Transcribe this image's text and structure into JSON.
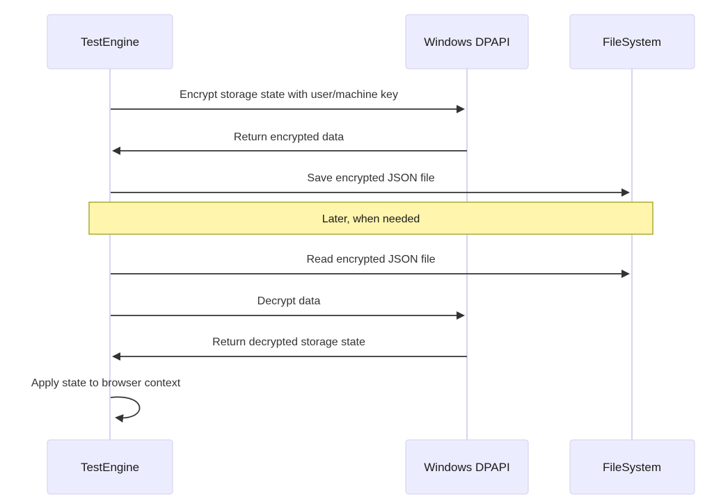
{
  "diagram": {
    "type": "sequence-diagram",
    "actors": [
      {
        "name": "TestEngine"
      },
      {
        "name": "Windows DPAPI"
      },
      {
        "name": "FileSystem"
      }
    ],
    "messages": [
      {
        "from": "TestEngine",
        "to": "Windows DPAPI",
        "label": "Encrypt storage state with user/machine key"
      },
      {
        "from": "Windows DPAPI",
        "to": "TestEngine",
        "label": "Return encrypted data"
      },
      {
        "from": "TestEngine",
        "to": "FileSystem",
        "label": "Save encrypted JSON file"
      },
      {
        "from": "TestEngine",
        "to": "FileSystem",
        "label": "Read encrypted JSON file"
      },
      {
        "from": "TestEngine",
        "to": "Windows DPAPI",
        "label": "Decrypt data"
      },
      {
        "from": "Windows DPAPI",
        "to": "TestEngine",
        "label": "Return decrypted storage state"
      },
      {
        "from": "TestEngine",
        "to": "TestEngine",
        "label": "Apply state to browser context",
        "self": true
      }
    ],
    "note": {
      "label": "Later, when needed",
      "position": "over all actors"
    },
    "colors": {
      "actor_fill": "#ECECFF",
      "actor_border": "#D5CCEE",
      "lifeline": "#CFC8EC",
      "arrow": "#333333",
      "note_fill": "#FFF5AD",
      "note_border": "#AAAA33"
    }
  }
}
